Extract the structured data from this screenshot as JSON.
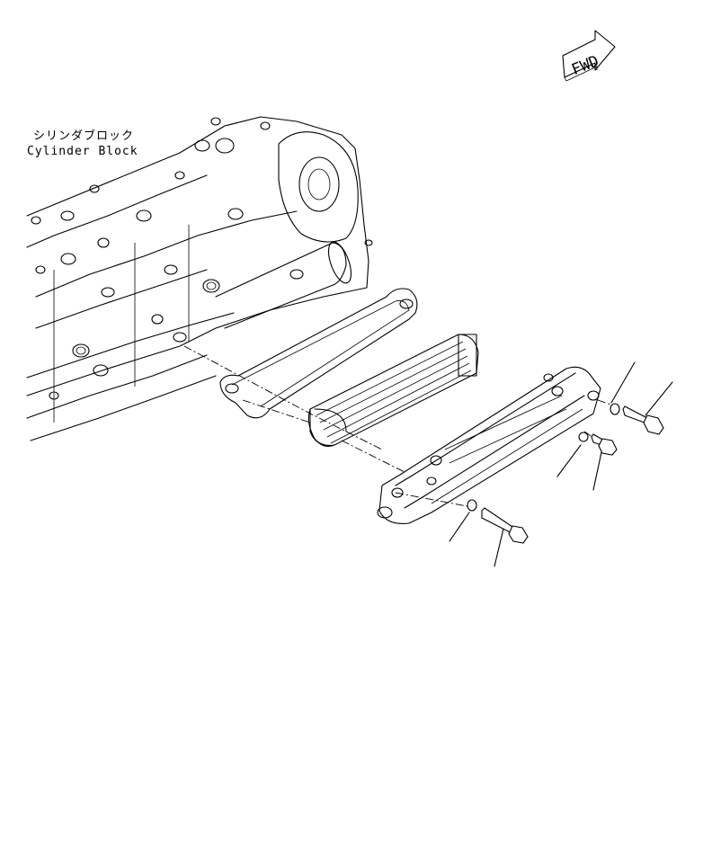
{
  "labels": {
    "cylinder_block_jp": "シリンダブロック",
    "cylinder_block_en": "Cylinder Block",
    "fwd_arrow": "FWD"
  },
  "colors": {
    "line": "#000000",
    "background": "#ffffff"
  },
  "icons": {
    "fwd_arrow": "fwd-arrow-icon"
  }
}
